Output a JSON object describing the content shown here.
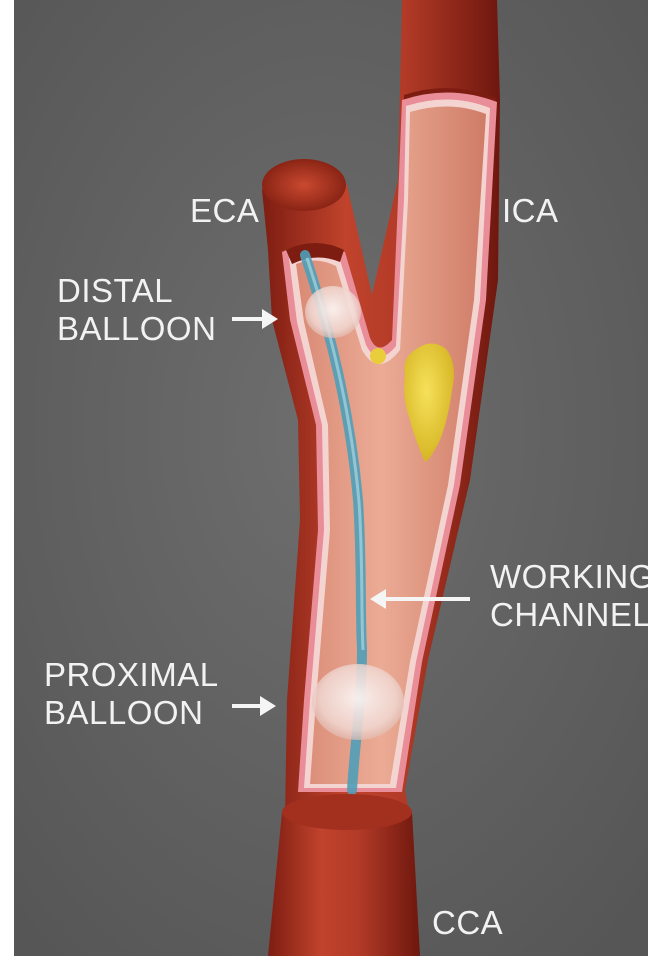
{
  "labels": {
    "eca": "ECA",
    "ica": "ICA",
    "cca": "CCA",
    "distal_balloon": [
      "DISTAL",
      "BALLOON"
    ],
    "working_channel": [
      "WORKING",
      "CHANNEL"
    ],
    "proximal_balloon": [
      "PROXIMAL",
      "BALLOON"
    ]
  },
  "colors": {
    "background": "#636363",
    "vessel_outer": "#b23a27",
    "vessel_dark": "#7d1d12",
    "vessel_wall_pink": "#e98d98",
    "vessel_lumen": "#e7a38c",
    "catheter": "#4f9fb8",
    "plaque": "#e9cd3a",
    "balloon": "#f3e3df",
    "text": "#f2f2f2"
  }
}
